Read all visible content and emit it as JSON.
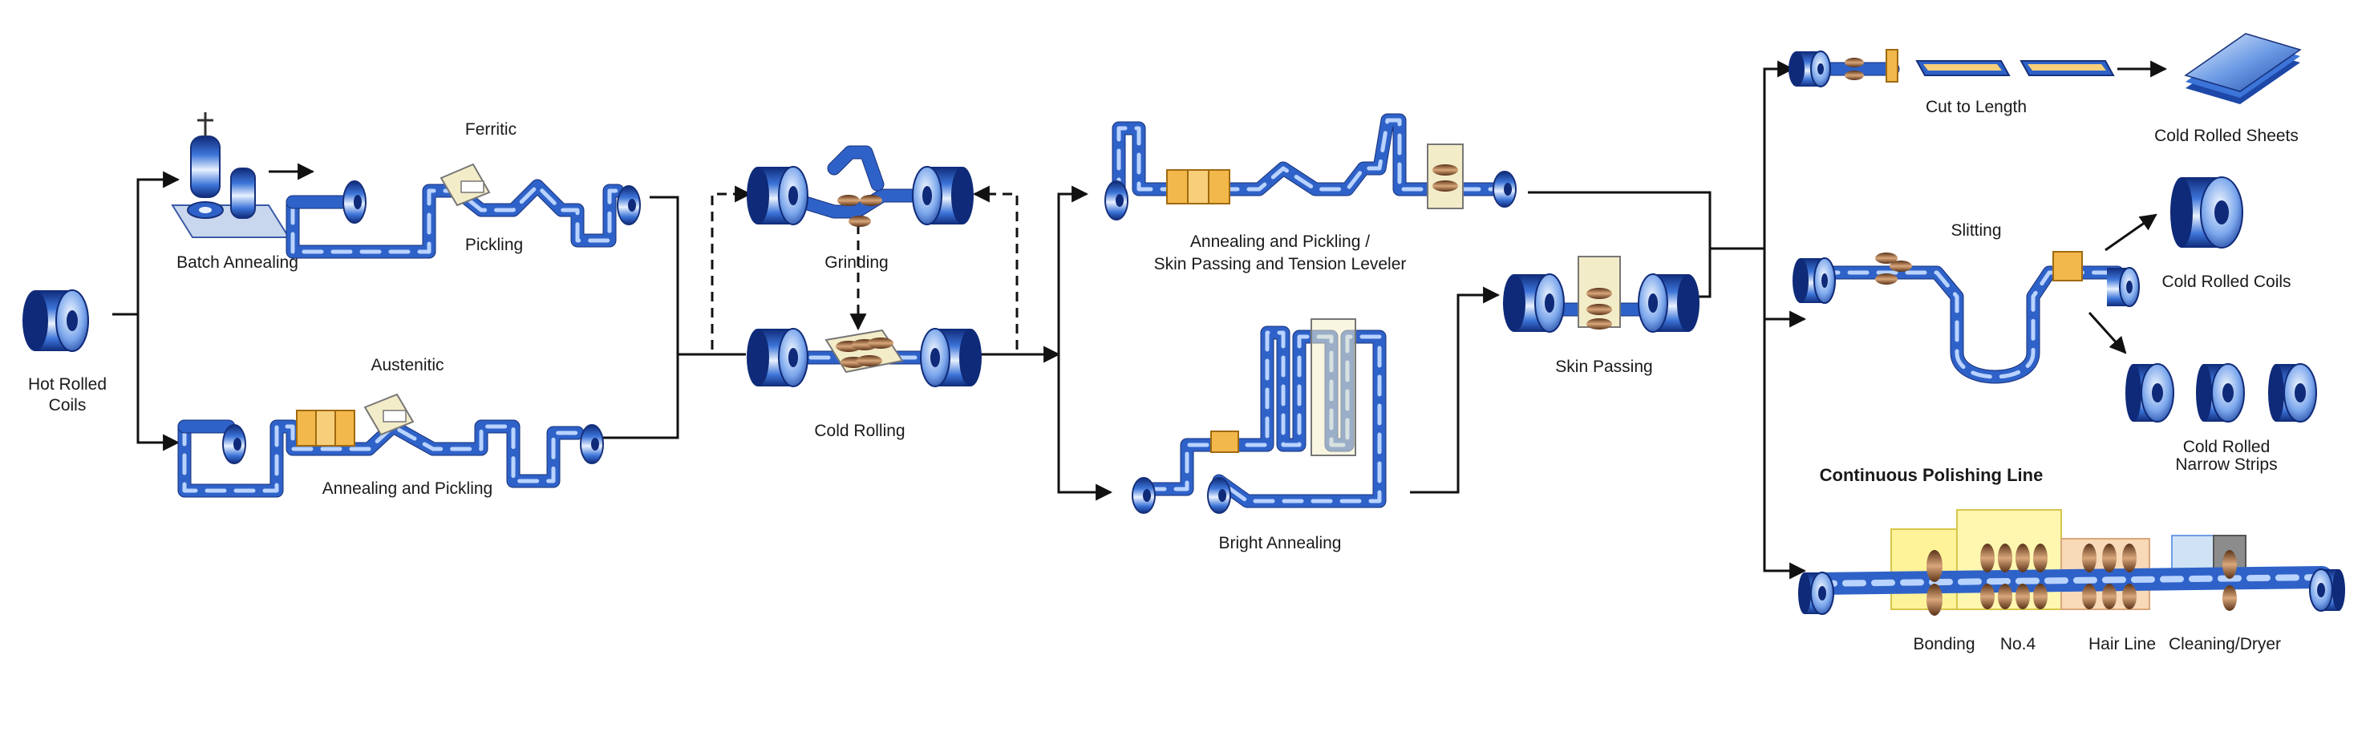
{
  "labels": {
    "hot_rolled_coils": [
      "Hot Rolled",
      "Coils"
    ],
    "ferritic": "Ferritic",
    "batch_annealing": "Batch Annealing",
    "pickling": "Pickling",
    "austenitic": "Austenitic",
    "annealing_and_pickling": "Annealing and Pickling",
    "grinding": "Grinding",
    "cold_rolling": "Cold Rolling",
    "annealing_pickling_skin": [
      "Annealing and Pickling /",
      "Skin Passing and Tension Leveler"
    ],
    "bright_annealing": "Bright Annealing",
    "skin_passing": "Skin Passing",
    "cut_to_length": "Cut to Length",
    "cold_rolled_sheets": "Cold Rolled Sheets",
    "slitting": "Slitting",
    "cold_rolled_coils": "Cold Rolled Coils",
    "cold_rolled_narrow_strips": [
      "Cold Rolled",
      "Narrow Strips"
    ],
    "continuous_polishing_line": "Continuous Polishing Line",
    "bonding": "Bonding",
    "no4": "No.4",
    "hair_line": "Hair Line",
    "cleaning_dryer": "Cleaning/Dryer"
  },
  "colors": {
    "strip_blue": "#2f62c8",
    "strip_dark": "#16307a",
    "coil_light": "#dbe8ff",
    "furnace_orange": "#f2b84b",
    "equipment_cream": "#f3ecc8",
    "polish_yellow": "#fff39a",
    "hairline_peach": "#f8d9b8",
    "cleaning_blue": "#cfe3f5",
    "dryer_gray": "#8c8c8c",
    "roller_brown": "#8a5a3a",
    "arrow_black": "#111111"
  }
}
